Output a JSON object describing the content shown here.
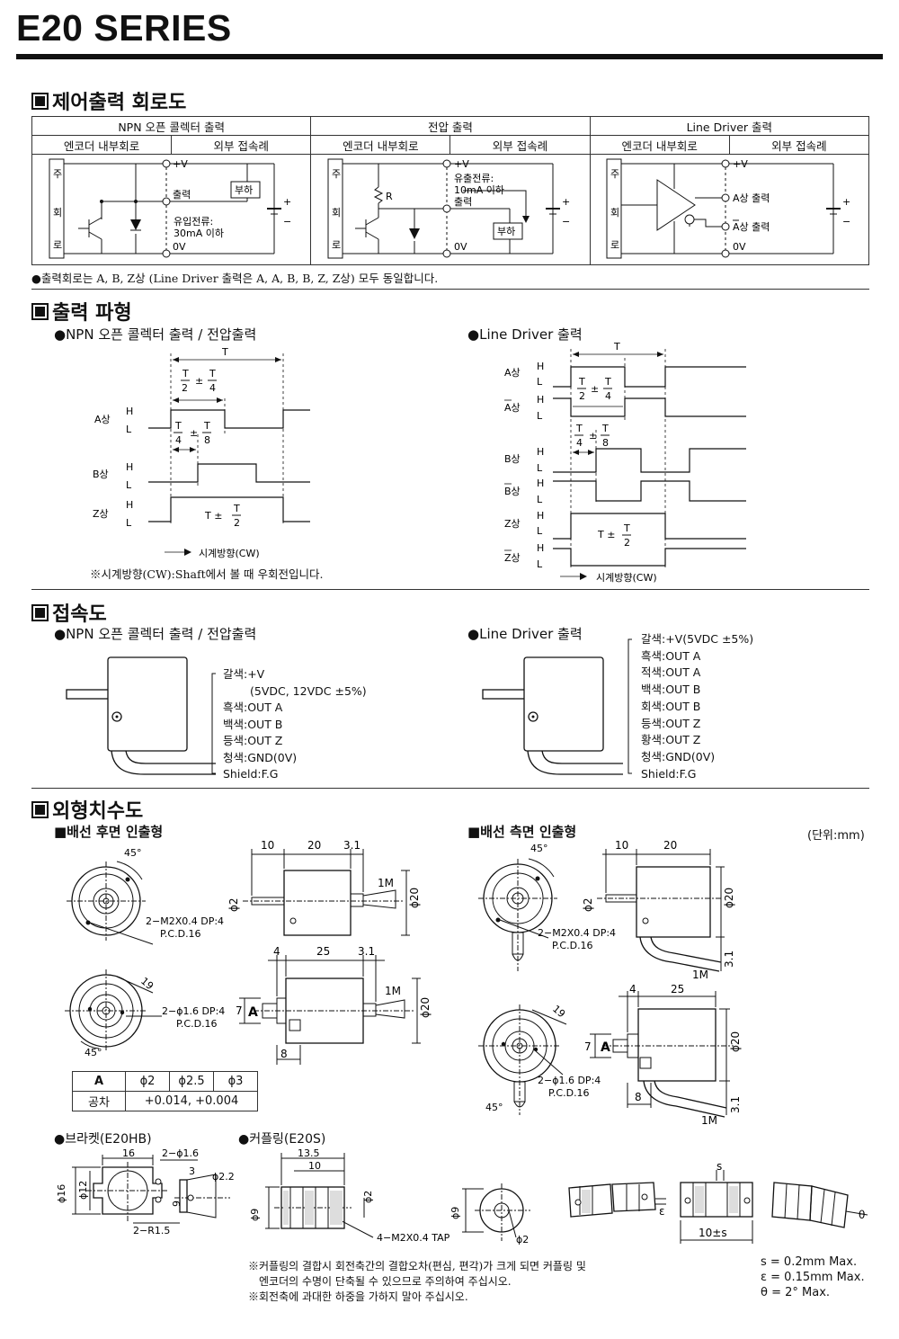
{
  "page": {
    "title": "E20 SERIES"
  },
  "sections": {
    "control": "제어출력 회로도",
    "waveform": "출력 파형",
    "connection": "접속도",
    "dimension": "외형치수도"
  },
  "circuit_table": {
    "headers": [
      "NPN 오픈 콜렉터 출력",
      "전압 출력",
      "Line Driver 출력"
    ],
    "subheaders": [
      "엔코더 내부회로",
      "외부 접속례",
      "엔코더 내부회로",
      "외부 접속례",
      "엔코더 내부회로",
      "외부 접속례"
    ],
    "vplus": "+V",
    "zero": "0V",
    "side": [
      "주",
      "회",
      "로"
    ],
    "output": "출력",
    "load": "부하",
    "R": "R",
    "npn_current": [
      "유입전류:",
      "30mA 이하"
    ],
    "volt_current": [
      "유출전류:",
      "10mA 이하"
    ],
    "ld_a": "A상 출력",
    "ld_abar": "A상 출력",
    "plus": "+",
    "minus": "−",
    "note": "●출력회로는 A, B, Z상 (Line Driver 출력은 A, A, B, B, Z, Z상) 모두 동일합니다."
  },
  "waveform": {
    "left_title": "●NPN 오픈 콜렉터 출력 / 전압출력",
    "right_title": "●Line Driver 출력",
    "T": "T",
    "phases_left": [
      "A상",
      "B상",
      "Z상"
    ],
    "phases_right": [
      "A상",
      "A상",
      "B상",
      "B상",
      "Z상",
      "Z상"
    ],
    "H": "H",
    "L": "L",
    "cw": "시계방향(CW)",
    "cw_note": "※시계방향(CW):Shaft에서 볼 때 우회전입니다."
  },
  "connection": {
    "left_title": "●NPN 오픈 콜렉터 출력 / 전압출력",
    "right_title": "●Line Driver 출력",
    "left_wires": [
      "갈색:+V",
      "(5VDC, 12VDC ±5%)",
      "흑색:OUT A",
      "백색:OUT B",
      "등색:OUT Z",
      "청색:GND(0V)",
      "Shield:F.G"
    ],
    "right_wires": [
      "갈색:+V(5VDC ±5%)",
      "흑색:OUT A",
      "적색:OUT A",
      "백색:OUT B",
      "회색:OUT B",
      "등색:OUT Z",
      "황색:OUT Z",
      "청색:GND(0V)",
      "Shield:F.G"
    ]
  },
  "dimension": {
    "left_title": "■배선 후면 인출형",
    "right_title": "■배선 측면 인출형",
    "unit": "(단위:mm)",
    "labels": {
      "d10": "10",
      "d20": "20",
      "d3_1": "3.1",
      "d4": "4",
      "d25": "25",
      "d8": "8",
      "phi20": "ϕ20",
      "cable": "1M",
      "angle": "45°",
      "r19": "19",
      "tap1": "2−M2X0.4 DP:4",
      "pcd": "P.C.D.16",
      "tap2": "2−ϕ1.6 DP:4",
      "A": "A",
      "d7": "7",
      "shaft": "ϕ2"
    },
    "size_table": {
      "header": [
        "A",
        "ϕ2",
        "ϕ2.5",
        "ϕ3"
      ],
      "row_label": "공차",
      "row_value": "+0.014, +0.004"
    },
    "bracket": {
      "title": "●브라켓(E20HB)",
      "labels": [
        "16",
        "2−ϕ1.6",
        "3",
        "ϕ2.2",
        "ϕ16",
        "ϕ12",
        "9",
        "2−R1.5"
      ]
    },
    "coupling": {
      "title": "●커플링(E20S)",
      "labels": [
        "13.5",
        "10",
        "ϕ2",
        "ϕ9",
        "4−M2X0.4 TAP",
        "ϕ9",
        "ϕ2",
        "ε",
        "10±s",
        "s",
        "θ"
      ]
    },
    "notes": [
      "※커플링의 결합시 회전축간의 결합오차(편심, 편각)가 크게 되면 커플링 및",
      "엔코더의 수명이 단축될 수 있으므로 주의하여 주십시오.",
      "※회전축에 과대한 하중을 가하지 말아 주십시오."
    ],
    "tolerances": [
      "s = 0.2mm Max.",
      "ε = 0.15mm Max.",
      "θ = 2° Max."
    ]
  }
}
